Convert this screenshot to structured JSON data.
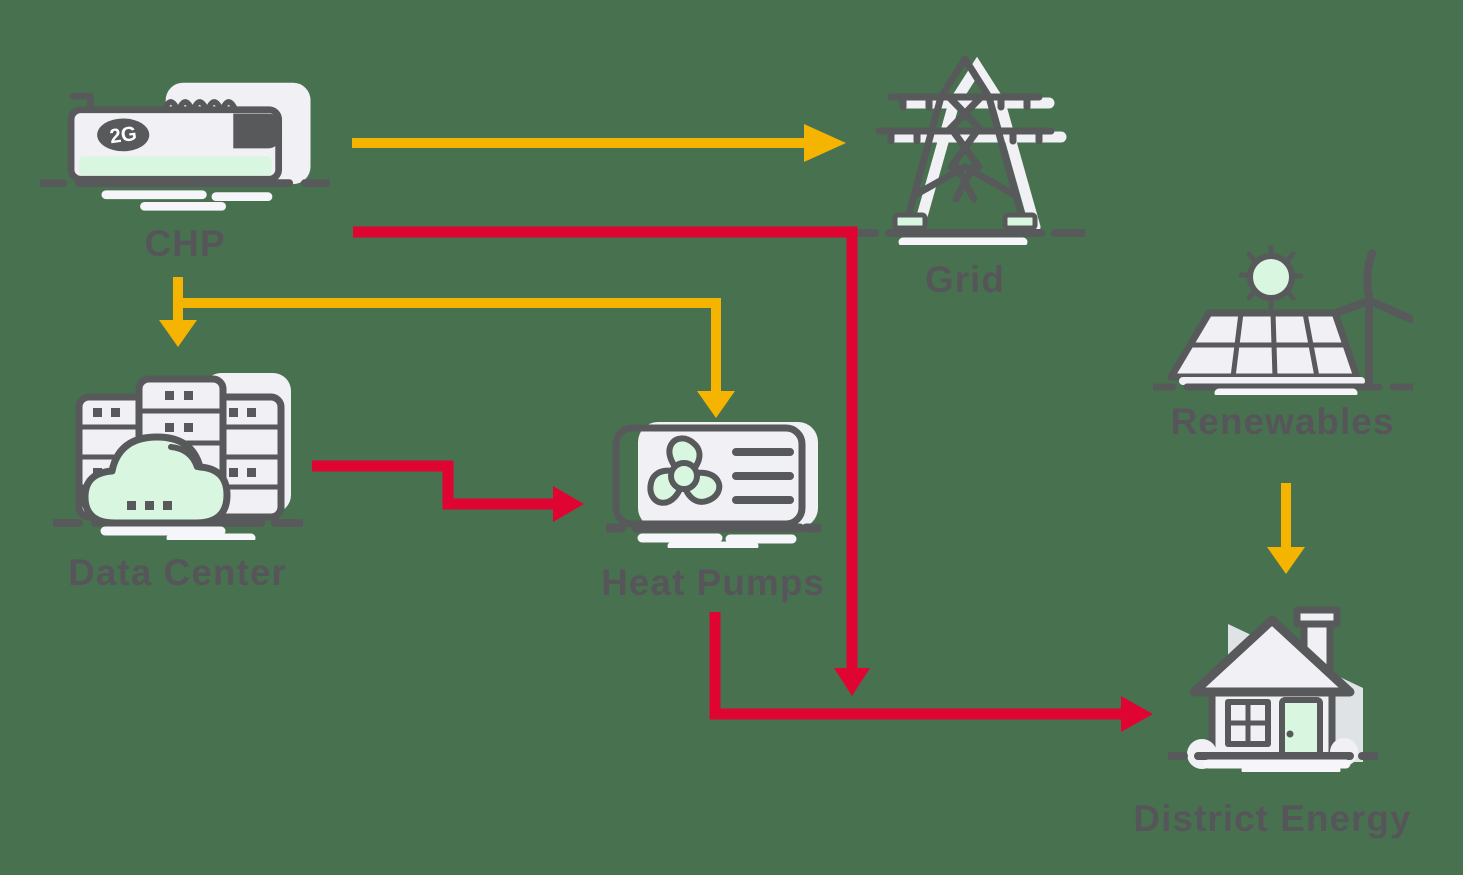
{
  "diagram": {
    "nodes": {
      "chp": {
        "label": "CHP",
        "badge": "2G"
      },
      "grid": {
        "label": "Grid"
      },
      "renewables": {
        "label": "Renewables"
      },
      "data_center": {
        "label": "Data Center"
      },
      "heat_pumps": {
        "label": "Heat Pumps"
      },
      "district_energy": {
        "label": "District Energy"
      }
    },
    "edges": [
      {
        "from": "CHP",
        "to": "Grid",
        "flow": "electricity",
        "color": "#F5B400"
      },
      {
        "from": "CHP",
        "to": "Data Center",
        "flow": "electricity",
        "color": "#F5B400"
      },
      {
        "from": "CHP",
        "to": "Heat Pumps",
        "flow": "electricity",
        "color": "#F5B400"
      },
      {
        "from": "CHP",
        "to": "District Energy",
        "flow": "heat",
        "color": "#E00433"
      },
      {
        "from": "Data Center",
        "to": "Heat Pumps",
        "flow": "heat",
        "color": "#E00433"
      },
      {
        "from": "Heat Pumps",
        "to": "District Energy",
        "flow": "heat",
        "color": "#E00433"
      },
      {
        "from": "Renewables",
        "to": "District Energy",
        "flow": "electricity",
        "color": "#F5B400"
      }
    ],
    "colors": {
      "background": "#48724F",
      "electricity_arrow": "#F5B400",
      "heat_arrow": "#E00433",
      "icon_stroke": "#58595B",
      "icon_fill": "#F1F0F5",
      "accent_fill": "#D9F6E0",
      "label_text": "#56565A"
    }
  }
}
